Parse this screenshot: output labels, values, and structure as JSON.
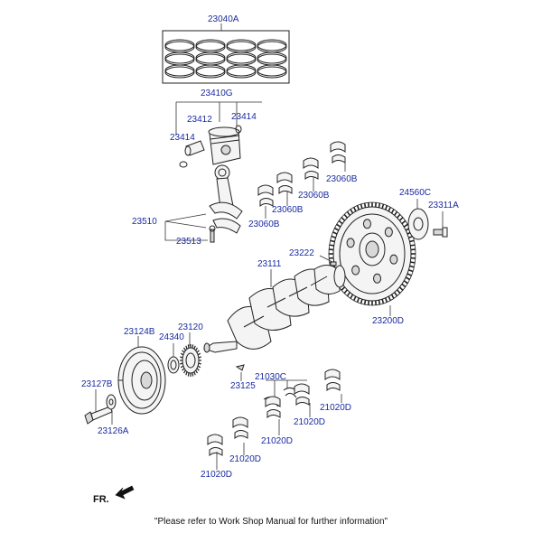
{
  "callouts": {
    "rings": "23040A",
    "piston": "23410G",
    "piston_a": "23412",
    "clip_r": "23414",
    "clip_l": "23414",
    "conrod": "23510",
    "conrod_bolt": "23513",
    "bearing_1": "23060B",
    "bearing_2": "23060B",
    "bearing_3": "23060B",
    "bearing_4": "23060B",
    "ring_gear_plate": "24560C",
    "flywheel_bolt": "23311A",
    "dowel": "23222",
    "crankshaft": "23111",
    "flywheel": "23200D",
    "pulley": "23124B",
    "key_a": "24340",
    "sprocket": "23120",
    "pulley_bolt": "23127B",
    "washer": "23126A",
    "key_b": "23125",
    "thrust_washer": "21030C",
    "main_bearing_1": "21020D",
    "main_bearing_2": "21020D",
    "main_bearing_3": "21020D",
    "main_bearing_4": "21020D",
    "main_bearing_5": "21020D"
  },
  "front_label": "FR.",
  "footer_note": "\"Please refer to Work Shop Manual for further information\""
}
